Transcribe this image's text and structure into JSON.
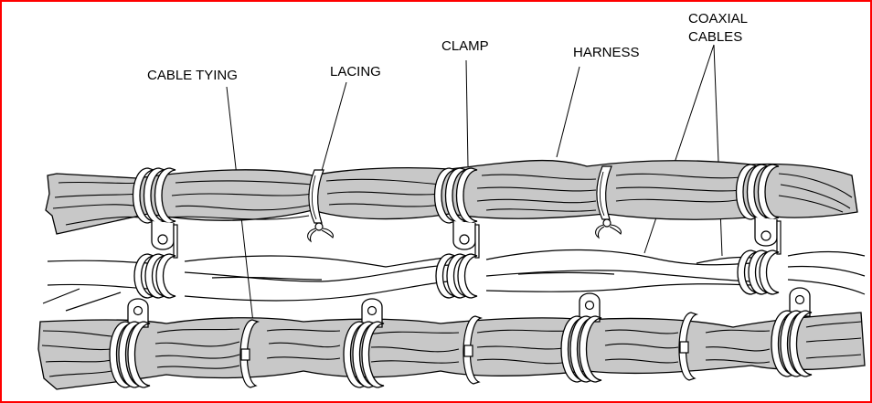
{
  "diagram": {
    "title": "Wire harness securing methods",
    "labels": {
      "cable_tying": "CABLE TYING",
      "lacing": "LACING",
      "clamp": "CLAMP",
      "harness": "HARNESS",
      "coaxial_line1": "COAXIAL",
      "coaxial_line2": "CABLES"
    },
    "components": [
      {
        "name": "upper harness bundle",
        "type": "harness"
      },
      {
        "name": "coaxial cables",
        "type": "coaxial"
      },
      {
        "name": "lower harness bundle",
        "type": "harness"
      },
      {
        "name": "double clamps",
        "type": "clamp",
        "count": 3
      },
      {
        "name": "single clamps",
        "type": "clamp",
        "count": 4
      },
      {
        "name": "lacing ties",
        "type": "lacing",
        "count": 2
      },
      {
        "name": "cable ties",
        "type": "cable-tie",
        "count": 3
      }
    ],
    "colors": {
      "border": "#ff0000",
      "bundle_fill": "#c8c8c8",
      "line": "#000000",
      "clamp_fill": "#ffffff"
    }
  }
}
